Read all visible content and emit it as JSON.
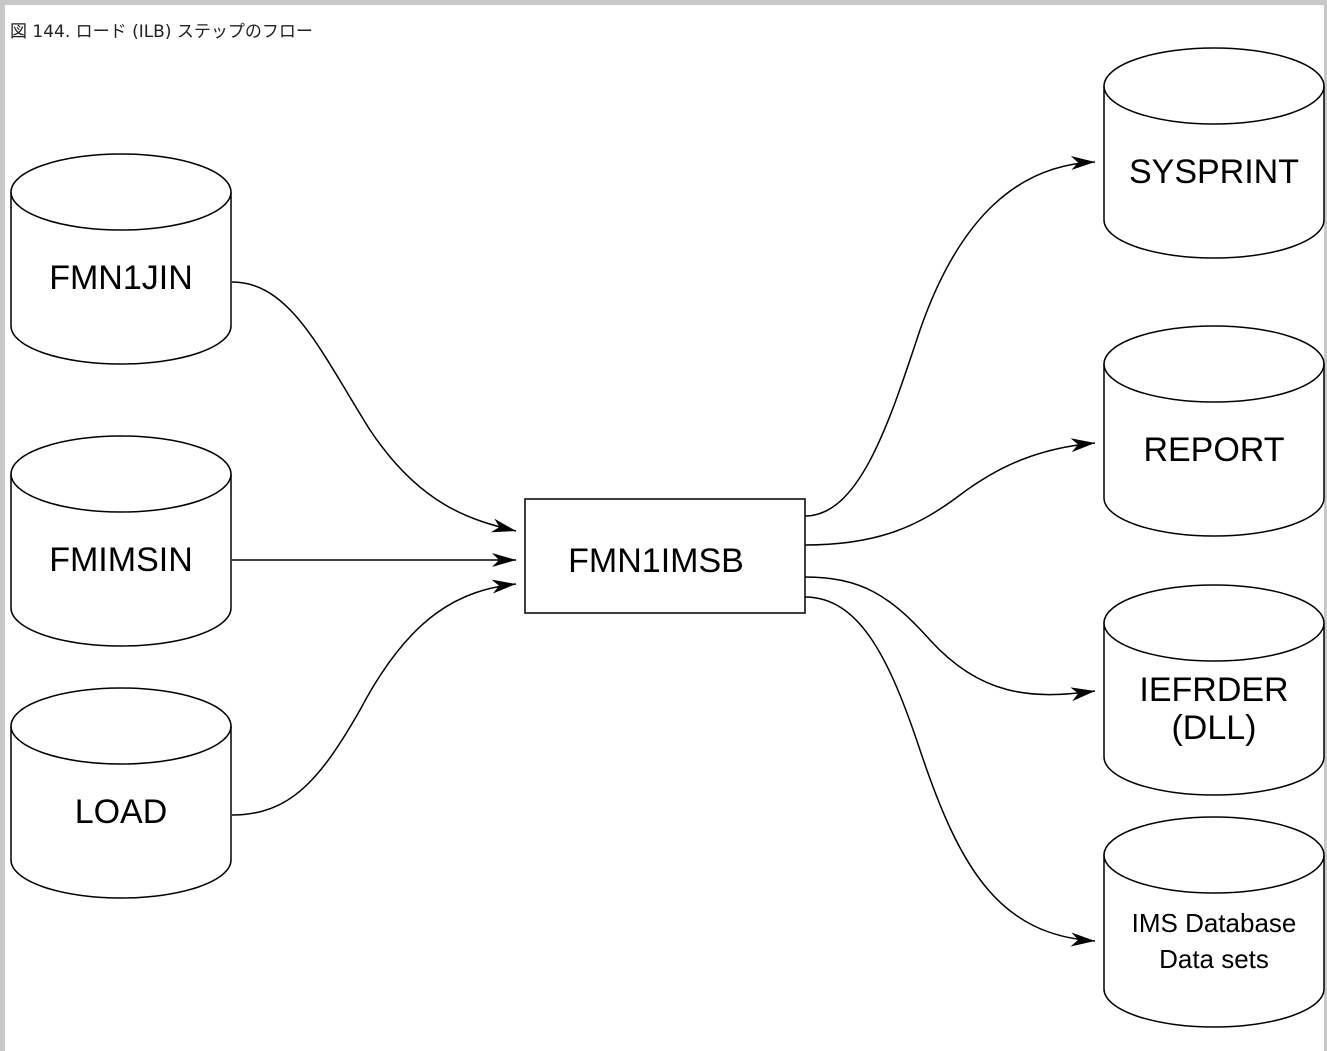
{
  "caption": "図 144. ロード (ILB) ステップのフロー",
  "process": {
    "label": "FMN1IMSB"
  },
  "inputs": [
    {
      "id": "fmn1jin",
      "lines": [
        "FMN1JIN"
      ]
    },
    {
      "id": "fmimsin",
      "lines": [
        "FMIMSIN"
      ]
    },
    {
      "id": "load",
      "lines": [
        "LOAD"
      ]
    }
  ],
  "outputs": [
    {
      "id": "sysprint",
      "lines": [
        "SYSPRINT"
      ]
    },
    {
      "id": "report",
      "lines": [
        "REPORT"
      ]
    },
    {
      "id": "iefrder",
      "lines": [
        "IEFRDER",
        "(DLL)"
      ]
    },
    {
      "id": "ims-datasets",
      "lines": [
        "IMS Database",
        "Data sets"
      ]
    }
  ]
}
